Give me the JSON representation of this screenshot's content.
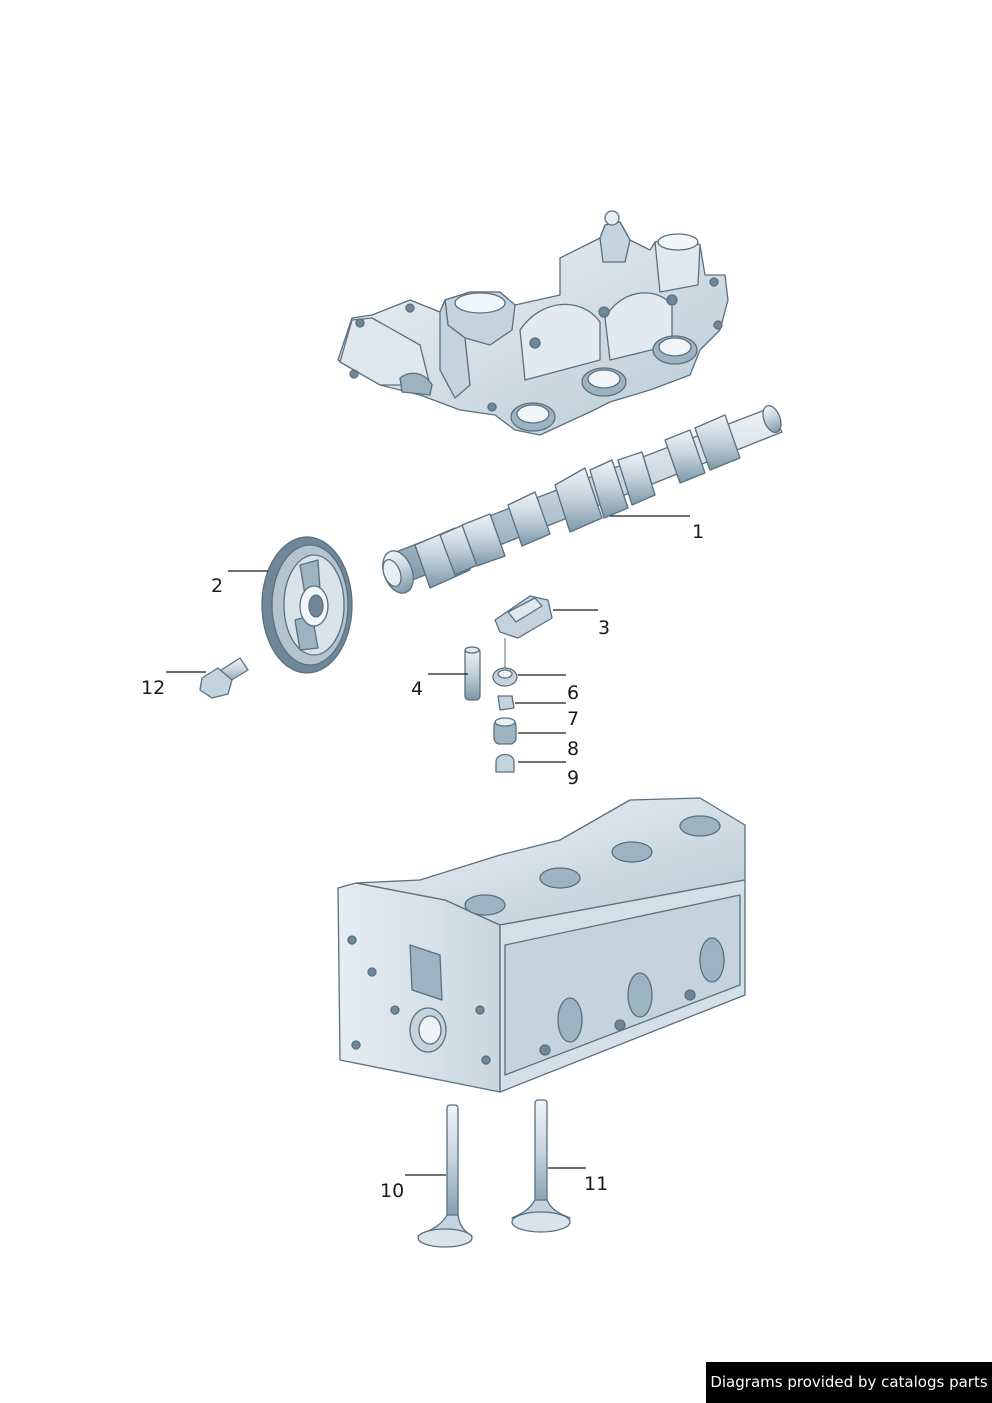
{
  "callouts": [
    {
      "number": "1"
    },
    {
      "number": "2"
    },
    {
      "number": "3"
    },
    {
      "number": "4"
    },
    {
      "number": "6"
    },
    {
      "number": "7"
    },
    {
      "number": "8"
    },
    {
      "number": "9"
    },
    {
      "number": "10"
    },
    {
      "number": "11"
    },
    {
      "number": "12"
    }
  ],
  "footer": {
    "credit": "Diagrams provided by catalogs parts"
  }
}
